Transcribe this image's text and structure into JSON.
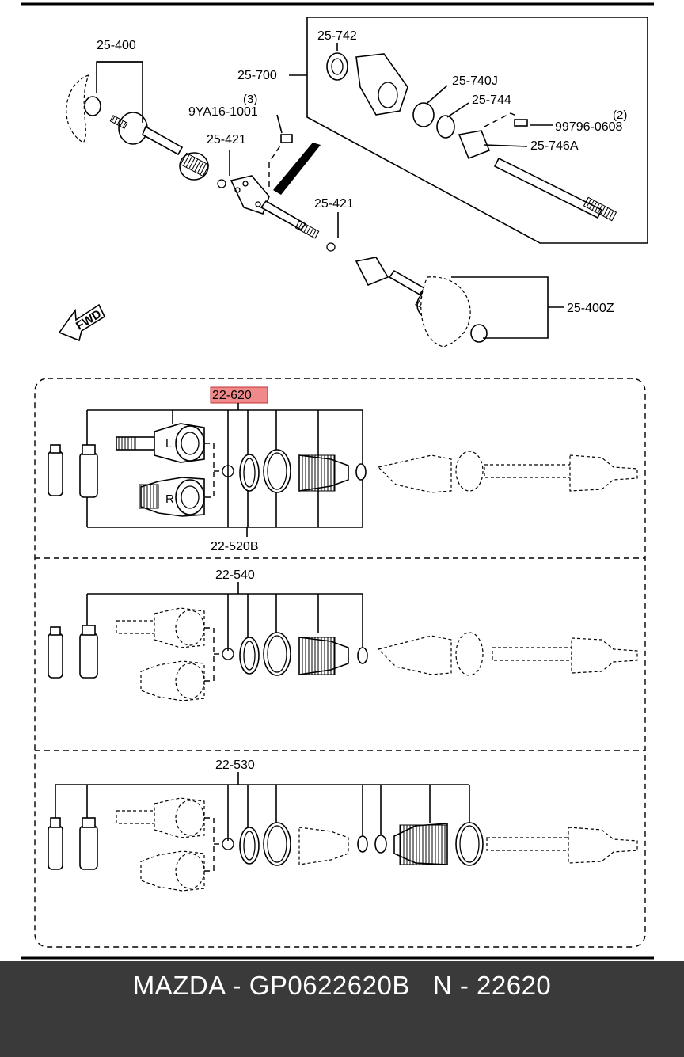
{
  "callouts": {
    "c25_400": "25-400",
    "c25_700": "25-700",
    "c25_742": "25-742",
    "c25_740j": "25-740J",
    "c25_744": "25-744",
    "c9ya16_1001": "9YA16-1001",
    "qty3": "(3)",
    "c99796_0608": "99796-0608",
    "qty2": "(2)",
    "c25_746a": "25-746A",
    "c25_421a": "25-421",
    "c25_421b": "25-421",
    "c25_400z": "25-400Z",
    "fwd": "FWD"
  },
  "sections": {
    "s1_top": "22-620",
    "s1_bottom": "22-520B",
    "s2_top": "22-540",
    "s3_top": "22-530"
  },
  "joint_marks": {
    "left": "L",
    "right": "R"
  },
  "footer": {
    "text": "MAZDA - GP0622620B   N - 22620"
  },
  "colors": {
    "highlight": "#f08a8a",
    "footer_bg": "#3a3a3a",
    "footer_text": "#ffffff"
  }
}
